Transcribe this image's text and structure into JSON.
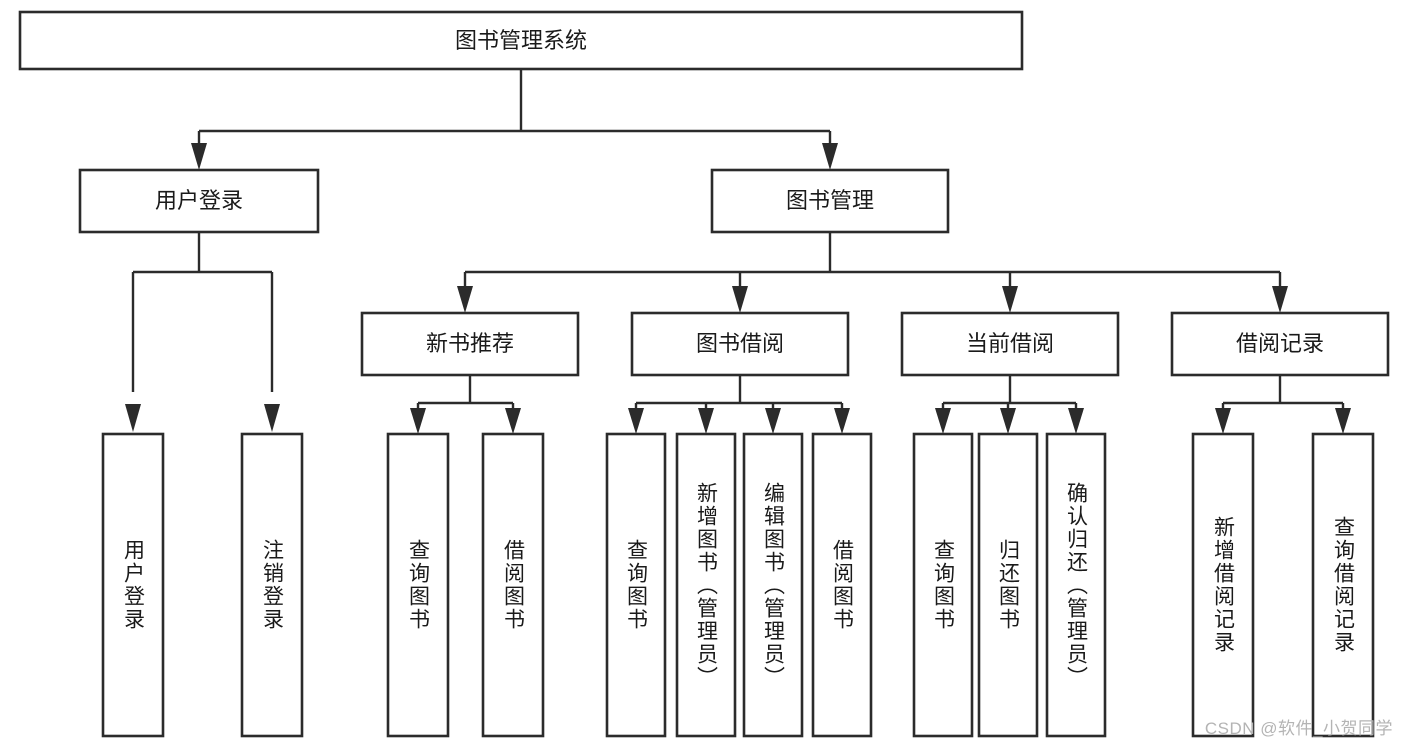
{
  "diagram": {
    "type": "hierarchy-tree",
    "title": "图书管理系统",
    "root": {
      "id": "root",
      "label": "图书管理系统",
      "orientation": "horizontal"
    },
    "level2": [
      {
        "id": "user-login",
        "label": "用户登录",
        "orientation": "horizontal"
      },
      {
        "id": "book-management",
        "label": "图书管理",
        "orientation": "horizontal"
      }
    ],
    "level3": [
      {
        "id": "new-book-recommend",
        "label": "新书推荐",
        "orientation": "horizontal",
        "parent": "book-management"
      },
      {
        "id": "book-borrow",
        "label": "图书借阅",
        "orientation": "horizontal",
        "parent": "book-management"
      },
      {
        "id": "current-borrow",
        "label": "当前借阅",
        "orientation": "horizontal",
        "parent": "book-management"
      },
      {
        "id": "borrow-record",
        "label": "借阅记录",
        "orientation": "horizontal",
        "parent": "book-management"
      }
    ],
    "leaves": [
      {
        "id": "leaf-user-login",
        "label": "用户登录",
        "orientation": "vertical",
        "parent": "user-login"
      },
      {
        "id": "leaf-user-logout",
        "label": "注销登录",
        "orientation": "vertical",
        "parent": "user-login"
      },
      {
        "id": "leaf-query-book-1",
        "label": "查询图书",
        "orientation": "vertical",
        "parent": "new-book-recommend"
      },
      {
        "id": "leaf-borrow-book-1",
        "label": "借阅图书",
        "orientation": "vertical",
        "parent": "new-book-recommend"
      },
      {
        "id": "leaf-query-book-2",
        "label": "查询图书",
        "orientation": "vertical",
        "parent": "book-borrow"
      },
      {
        "id": "leaf-add-book",
        "label": "新增图书（管理员）",
        "orientation": "vertical",
        "parent": "book-borrow"
      },
      {
        "id": "leaf-edit-book",
        "label": "编辑图书（管理员）",
        "orientation": "vertical",
        "parent": "book-borrow"
      },
      {
        "id": "leaf-borrow-book-2",
        "label": "借阅图书",
        "orientation": "vertical",
        "parent": "book-borrow"
      },
      {
        "id": "leaf-query-book-3",
        "label": "查询图书",
        "orientation": "vertical",
        "parent": "current-borrow"
      },
      {
        "id": "leaf-return-book",
        "label": "归还图书",
        "orientation": "vertical",
        "parent": "current-borrow"
      },
      {
        "id": "leaf-confirm-return",
        "label": "确认归还（管理员）",
        "orientation": "vertical",
        "parent": "current-borrow"
      },
      {
        "id": "leaf-add-record",
        "label": "新增借阅记录",
        "orientation": "vertical",
        "parent": "borrow-record"
      },
      {
        "id": "leaf-query-record",
        "label": "查询借阅记录",
        "orientation": "vertical",
        "parent": "borrow-record"
      }
    ]
  },
  "watermark": {
    "text": "CSDN @软件_小贺同学"
  },
  "colors": {
    "box_stroke": "#2b2b2b",
    "box_fill": "#ffffff",
    "text": "#1a1a1a",
    "connector": "#2b2b2b",
    "watermark": "#b4b4b4",
    "background": "#ffffff"
  }
}
